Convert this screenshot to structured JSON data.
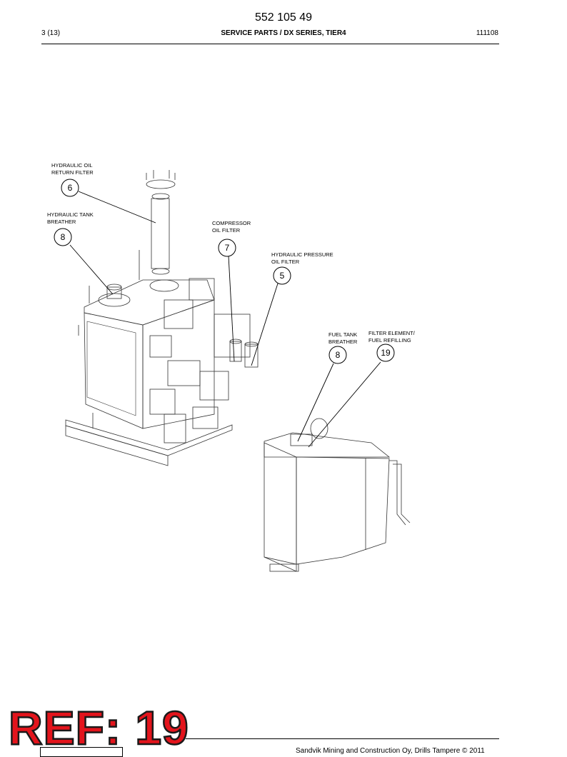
{
  "header": {
    "doc_number": "552 105 49",
    "page": "3 (13)",
    "title": "SERVICE PARTS / DX SERIES, TIER4",
    "date": "111108"
  },
  "callouts": [
    {
      "id": "hydraulic-oil-return-filter",
      "label_line1": "HYDRAULIC OIL",
      "label_line2": "RETURN FILTER",
      "number": "6"
    },
    {
      "id": "hydraulic-tank-breather",
      "label_line1": "HYDRAULIC TANK",
      "label_line2": "BREATHER",
      "number": "8"
    },
    {
      "id": "compressor-oil-filter",
      "label_line1": "COMPRESSOR",
      "label_line2": "OIL FILTER",
      "number": "7"
    },
    {
      "id": "hydraulic-pressure-oil-filter",
      "label_line1": "HYDRAULIC PRESSURE",
      "label_line2": "OIL FILTER",
      "number": "5"
    },
    {
      "id": "fuel-tank-breather",
      "label_line1": "FUEL TANK",
      "label_line2": "BREATHER",
      "number": "8"
    },
    {
      "id": "filter-element-fuel-refilling",
      "label_line1": "FILTER ELEMENT/",
      "label_line2": "FUEL REFILLING",
      "number": "19"
    }
  ],
  "stamp": {
    "text": "REF: 19",
    "color": "#e3141c"
  },
  "footer": {
    "copyright": "Sandvik Mining and Construction Oy, Drills Tampere © 2011"
  }
}
